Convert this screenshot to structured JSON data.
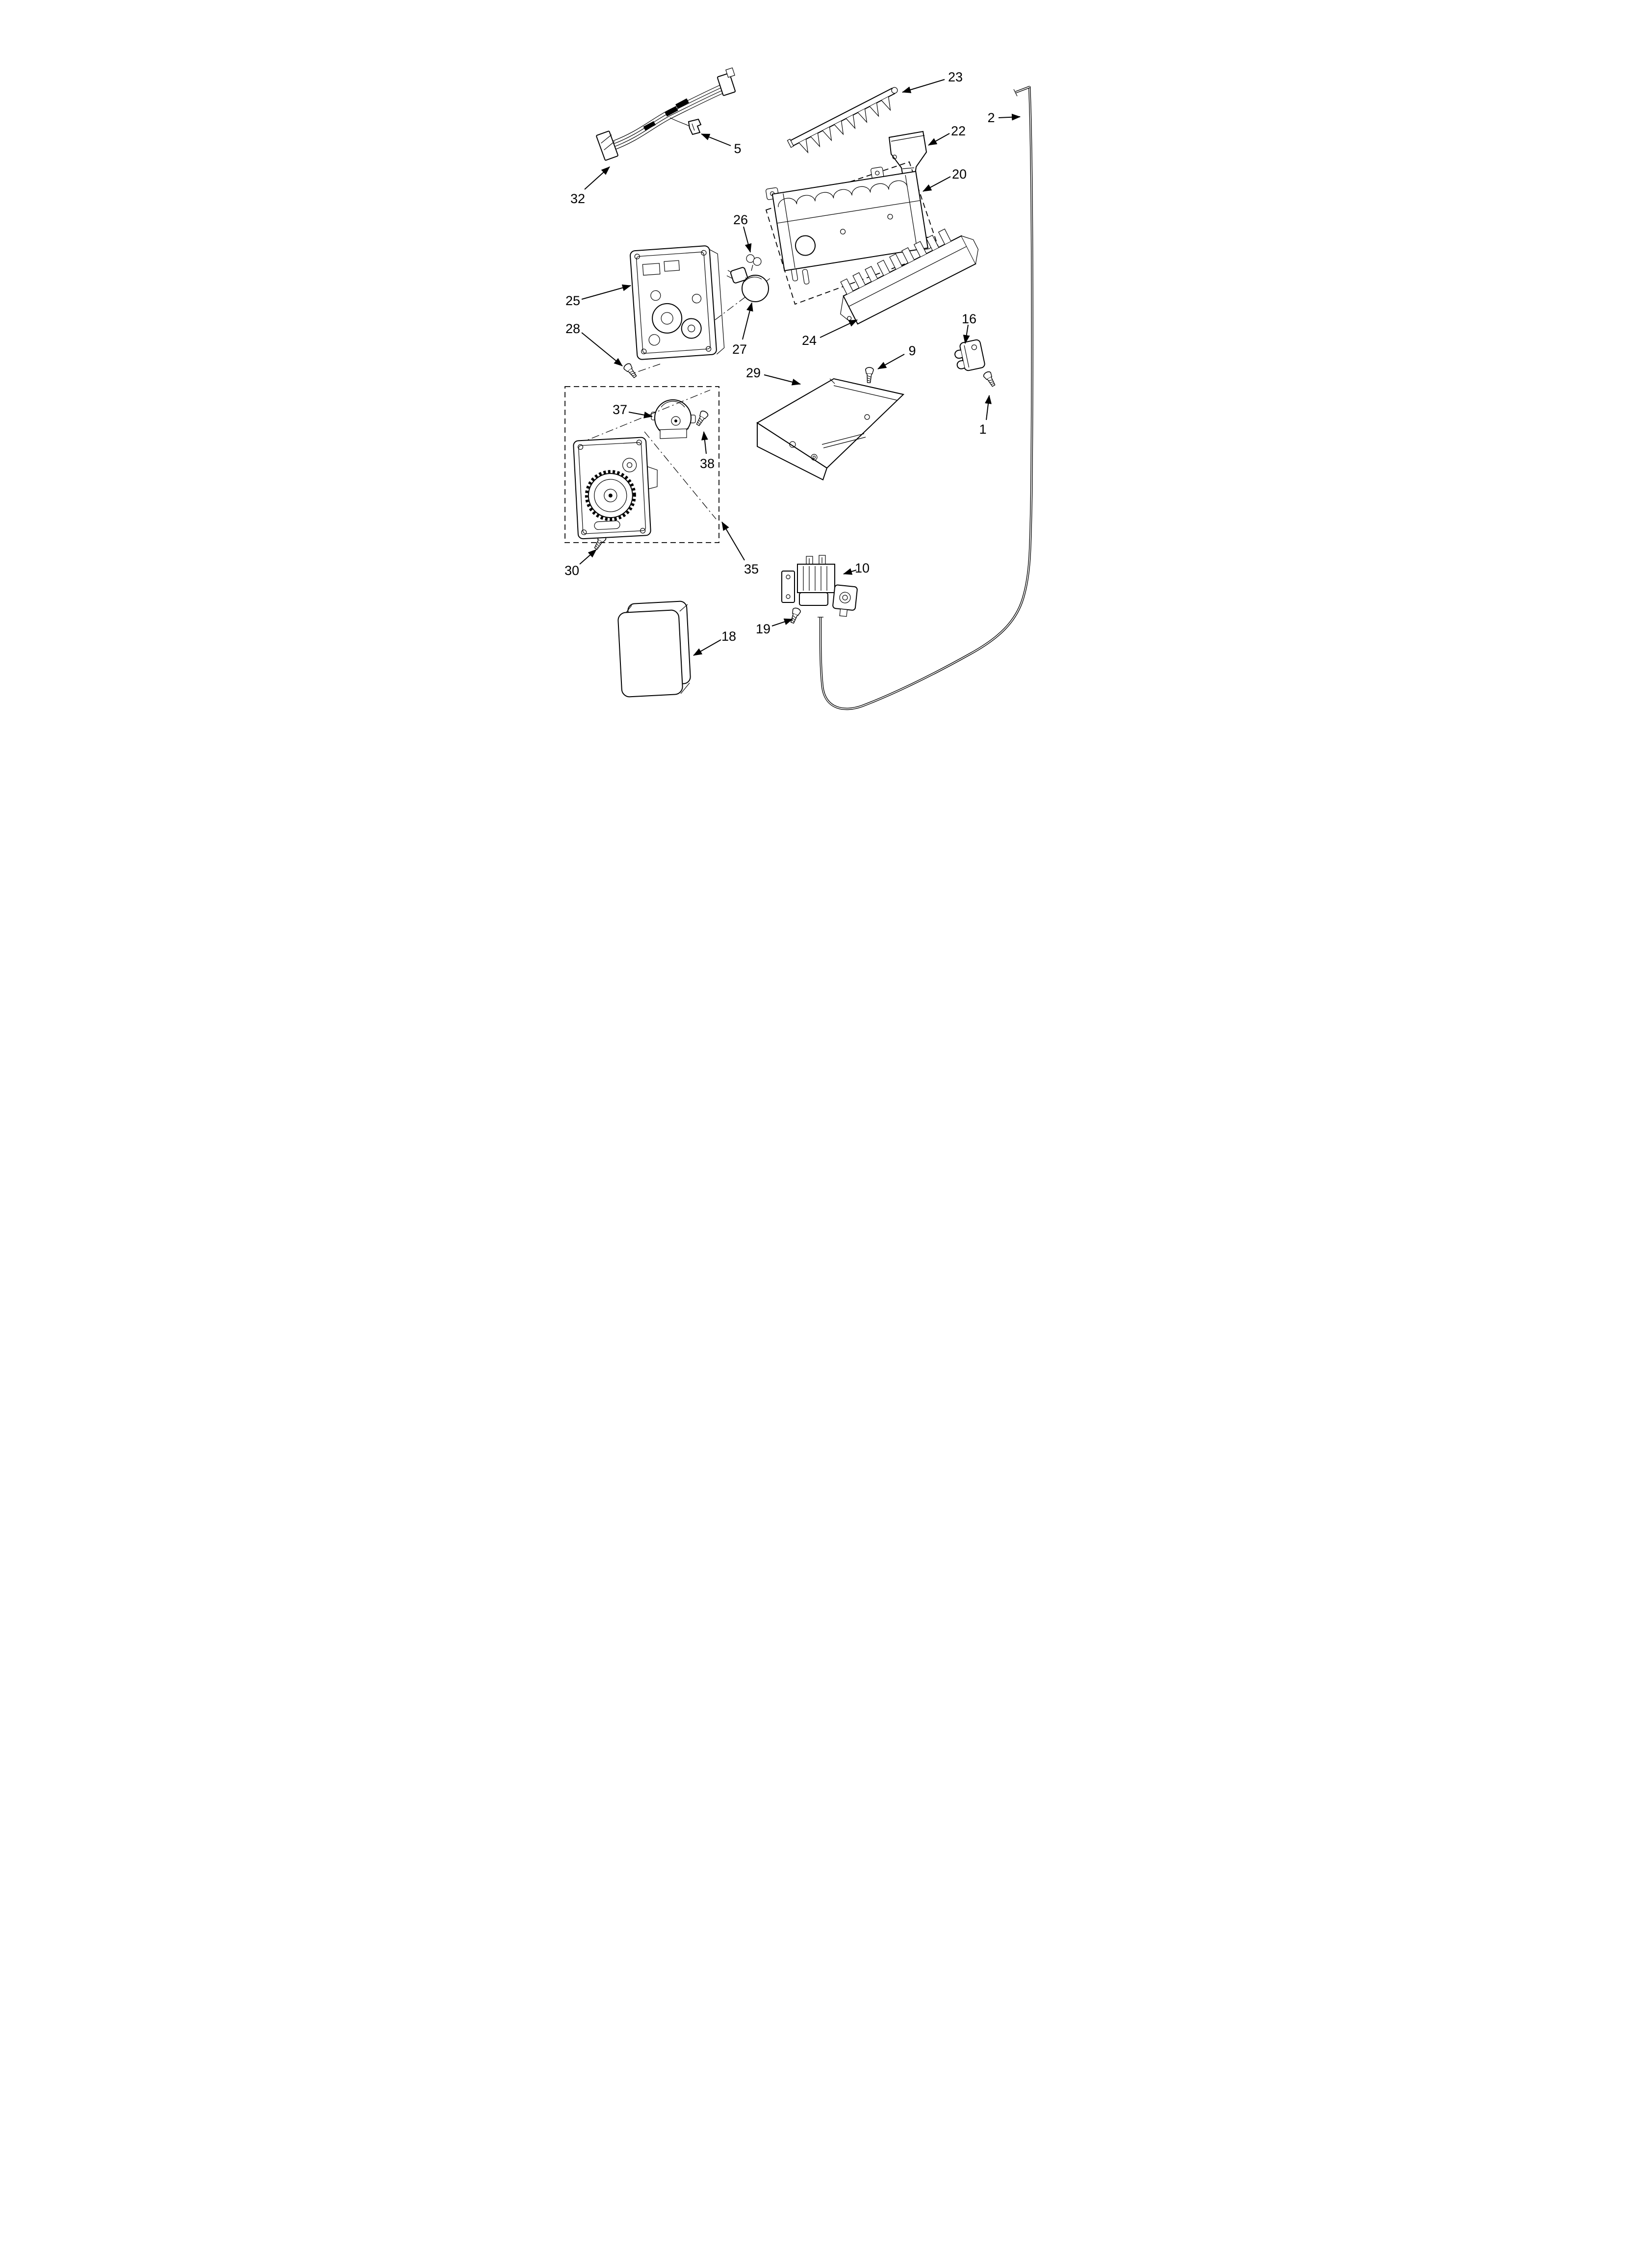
{
  "page": {
    "kind": "exploded-parts-diagram",
    "colors": {
      "ink": "#000000",
      "paper": "#ffffff"
    }
  },
  "diagram": {
    "callouts": [
      {
        "part": "23"
      },
      {
        "part": "2"
      },
      {
        "part": "22"
      },
      {
        "part": "20"
      },
      {
        "part": "5"
      },
      {
        "part": "32"
      },
      {
        "part": "26"
      },
      {
        "part": "25"
      },
      {
        "part": "28"
      },
      {
        "part": "27"
      },
      {
        "part": "24"
      },
      {
        "part": "16"
      },
      {
        "part": "9"
      },
      {
        "part": "29"
      },
      {
        "part": "1"
      },
      {
        "part": "37"
      },
      {
        "part": "38"
      },
      {
        "part": "30"
      },
      {
        "part": "35"
      },
      {
        "part": "10"
      },
      {
        "part": "19"
      },
      {
        "part": "18"
      }
    ]
  }
}
